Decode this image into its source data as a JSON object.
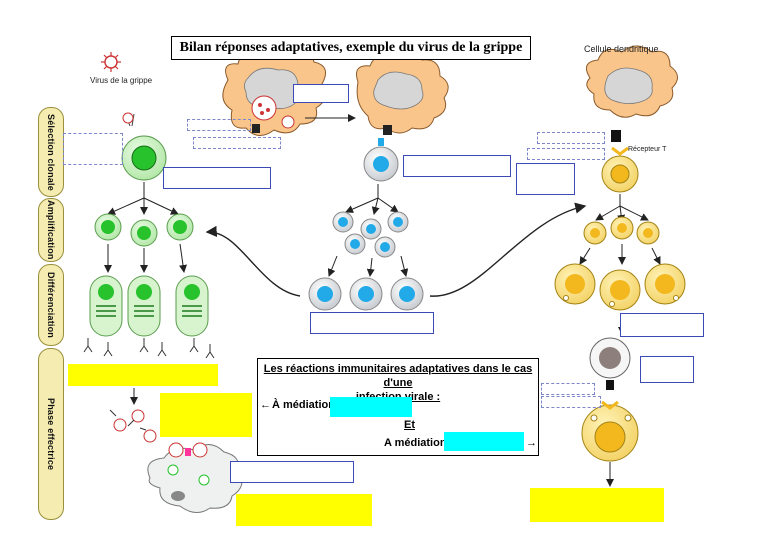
{
  "title": "Bilan réponses adaptatives, exemple du virus de la grippe",
  "virus_label": "Virus de la grippe",
  "dendritic_label": "Cellule dendritique",
  "receptor_label": "Récepteur T",
  "stages": [
    "Sélection clonale",
    "Amplification",
    "Différenciation",
    "Phase effectrice"
  ],
  "center_box": {
    "heading_line1": "Les réactions immunitaires adaptatives dans le cas d'une",
    "heading_line2": "infection virale :",
    "row1": "À médiation",
    "conjunction": "Et",
    "row2": "A médiation",
    "arrow_left": "←",
    "arrow_right": "→"
  },
  "colors": {
    "b_cell_fill": "#c9f2c0",
    "b_nucleus": "#27c22c",
    "t4_nucleus": "#22a9e8",
    "t8_fill": "#f8e07a",
    "t8_nucleus": "#f2b81e",
    "dendritic_fill": "#f9c58b",
    "highlight_yellow": "#ffff00",
    "highlight_cyan": "#00ffff"
  }
}
